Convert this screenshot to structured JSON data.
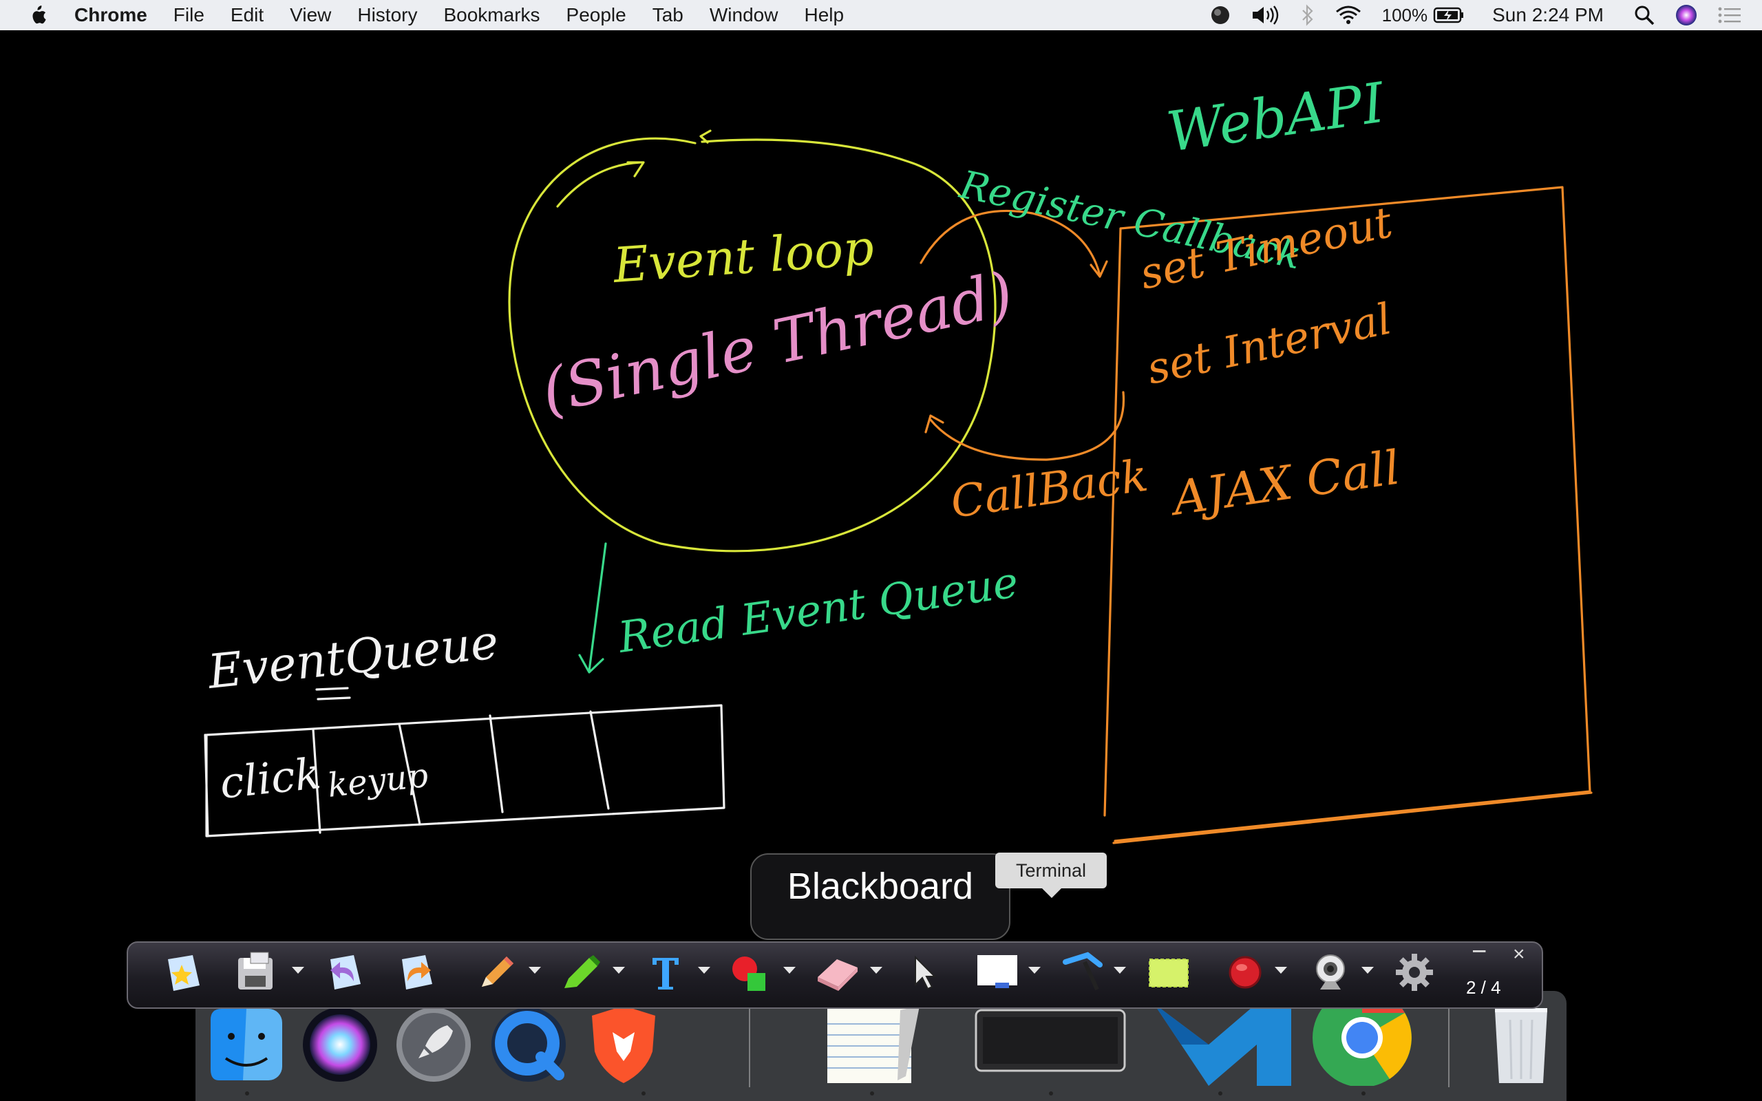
{
  "menubar": {
    "app_name": "Chrome",
    "menus": [
      "File",
      "Edit",
      "View",
      "History",
      "Bookmarks",
      "People",
      "Tab",
      "Window",
      "Help"
    ],
    "battery": "100%",
    "clock": "Sun 2:24 PM"
  },
  "drawing": {
    "event_loop": "Event loop",
    "single_thread": "(Single Thread)",
    "register_callback": "Register Callback",
    "web_api": "WebAPI",
    "set_timeout": "set Timeout",
    "set_interval": "set Interval",
    "ajax_call": "AJAX Call",
    "callback": "CallBack",
    "read_event_queue": "Read Event Queue",
    "event_queue": "EventQueue",
    "queue_cells": [
      "click",
      "keyup",
      "",
      "",
      ""
    ]
  },
  "tooltip": {
    "text": "Terminal"
  },
  "hud": {
    "text": "Blackboard"
  },
  "toolbar": {
    "page_indicator": "2 / 4",
    "minimize": "−",
    "close": "×",
    "tools": [
      "new-page",
      "save",
      "undo",
      "redo",
      "pen",
      "highlighter",
      "text",
      "shapes",
      "eraser",
      "pointer",
      "background",
      "line",
      "sticky-note",
      "record",
      "webcam",
      "settings"
    ]
  },
  "dock": {
    "apps": [
      "Finder",
      "Siri",
      "Launchpad",
      "QuickTime Player",
      "Brave Browser",
      "TextEdit",
      "Terminal",
      "Visual Studio Code",
      "Google Chrome",
      "Trash"
    ]
  },
  "colors": {
    "menubar_bg": "#eceef2",
    "canvas_bg": "#000000",
    "ink_yellow": "#d8e63a",
    "ink_pink": "#e58fc8",
    "ink_green": "#38d98a",
    "ink_orange": "#f08a28",
    "ink_white": "#f2f2f2"
  }
}
